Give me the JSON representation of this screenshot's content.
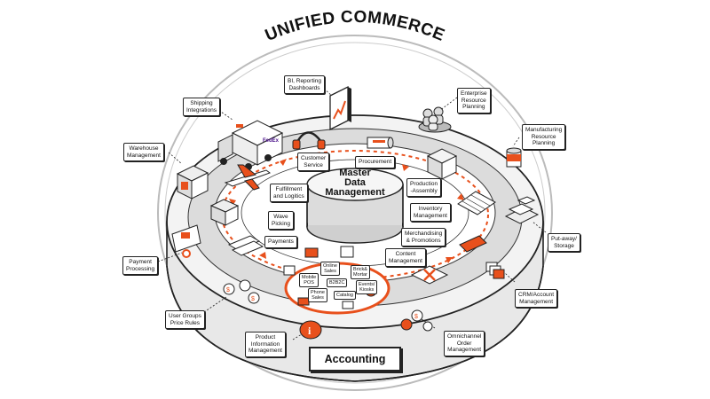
{
  "title": "UNIFIED COMMERCE",
  "center": {
    "label": "Master\nData\nManagement"
  },
  "bottom": {
    "label": "Accounting"
  },
  "colors": {
    "accent": "#e8501c",
    "ink": "#222222",
    "ring": "#dedede",
    "platform": "#eeeeee"
  },
  "outer_labels": {
    "bi": "BI, Reporting\nDashboards",
    "erp": "Enterprise\nResource\nPlanning",
    "mrp": "Manufacturing\nResource\nPlanning",
    "shipping": "Shipping\nIntegrations",
    "warehouse": "Warehouse\nManagement",
    "putaway": "Put-away/\nStorage",
    "payment_processing": "Payment\nProcessing",
    "crm": "CRM/Account\nManagement",
    "user_groups": "User Groups\nPrice Rules",
    "pim": "Product\nInformation\nManagement",
    "oms": "Omnichannel\nOrder\nManagement"
  },
  "inner_labels": {
    "customer_service": "Customer\nService",
    "procurement": "Procurement",
    "fulfillment": "Fulfillment\nand Logitics",
    "production": "Production\n-Assembly",
    "inventory": "Inventory\nManagement",
    "wave": "Wave\nPicking",
    "merchandising": "Merchandising\n& Promotions",
    "payments": "Payments",
    "content": "Content\nManagement"
  },
  "channels": {
    "online": "Online\nSales",
    "brick": "Brick&\nMortar",
    "mobile": "Mobile\nPOS",
    "b2b": "B2B2C",
    "phone": "Phone\nSales",
    "catalog": "Catalog",
    "events": "Events/\nKiosks"
  },
  "truck_brand": "FedEx"
}
